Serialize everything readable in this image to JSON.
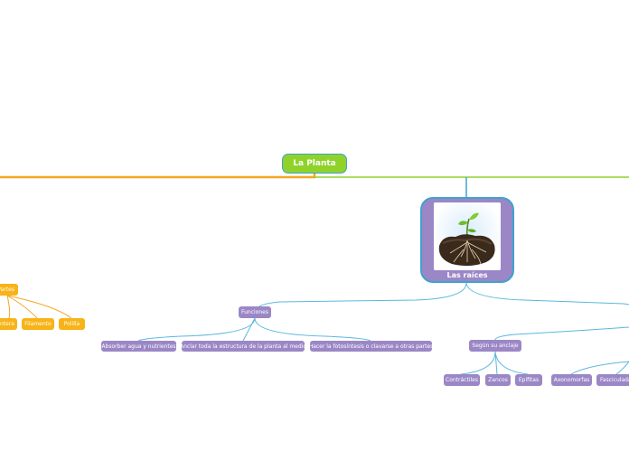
{
  "root": {
    "label": "La Planta"
  },
  "main_topic": {
    "label": "Las raíces",
    "image": "plant-sprout-with-roots-in-soil"
  },
  "branches": {
    "funciones": {
      "label": "Funciones",
      "children": [
        "Absorber agua y nutrientes",
        "Anclar toda la estructura de la planta al medio",
        "Hacer la fotosíntesis o clavarse a otras partes"
      ]
    },
    "segun_anclaje": {
      "label": "Según su anclaje",
      "children": [
        "Contráctiles",
        "Zancos",
        "Epífitas"
      ]
    },
    "forma": {
      "children": [
        "Axonomorfas",
        "Fasciculadas"
      ]
    },
    "left_partes": {
      "label": "Partes",
      "children": [
        "Antera",
        "Filamento",
        "Polilla"
      ]
    }
  },
  "colors": {
    "root": "#8fd32a",
    "topic": "#9b87c6",
    "left": "#f7b318",
    "line_blue": "#3fa2cc",
    "line_orange": "#f5a623",
    "line_green": "#8fd32a"
  }
}
